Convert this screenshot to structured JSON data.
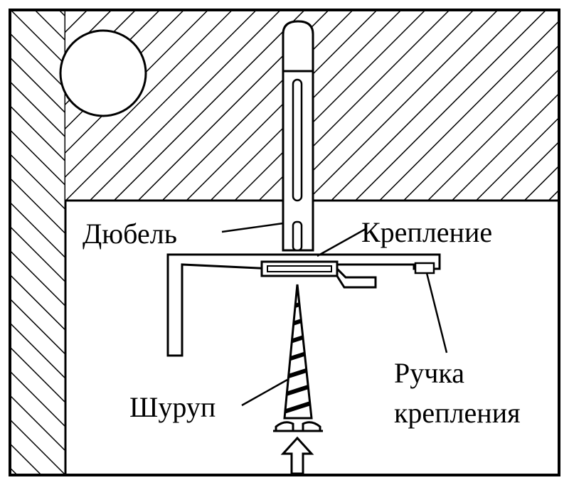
{
  "labels": {
    "dowel": "Дюбель",
    "mount": "Крепление",
    "handle_line1": "Ручка",
    "handle_line2": "крепления",
    "screw": "Шуруп"
  },
  "colors": {
    "ink": "#000000",
    "paper": "#ffffff"
  }
}
